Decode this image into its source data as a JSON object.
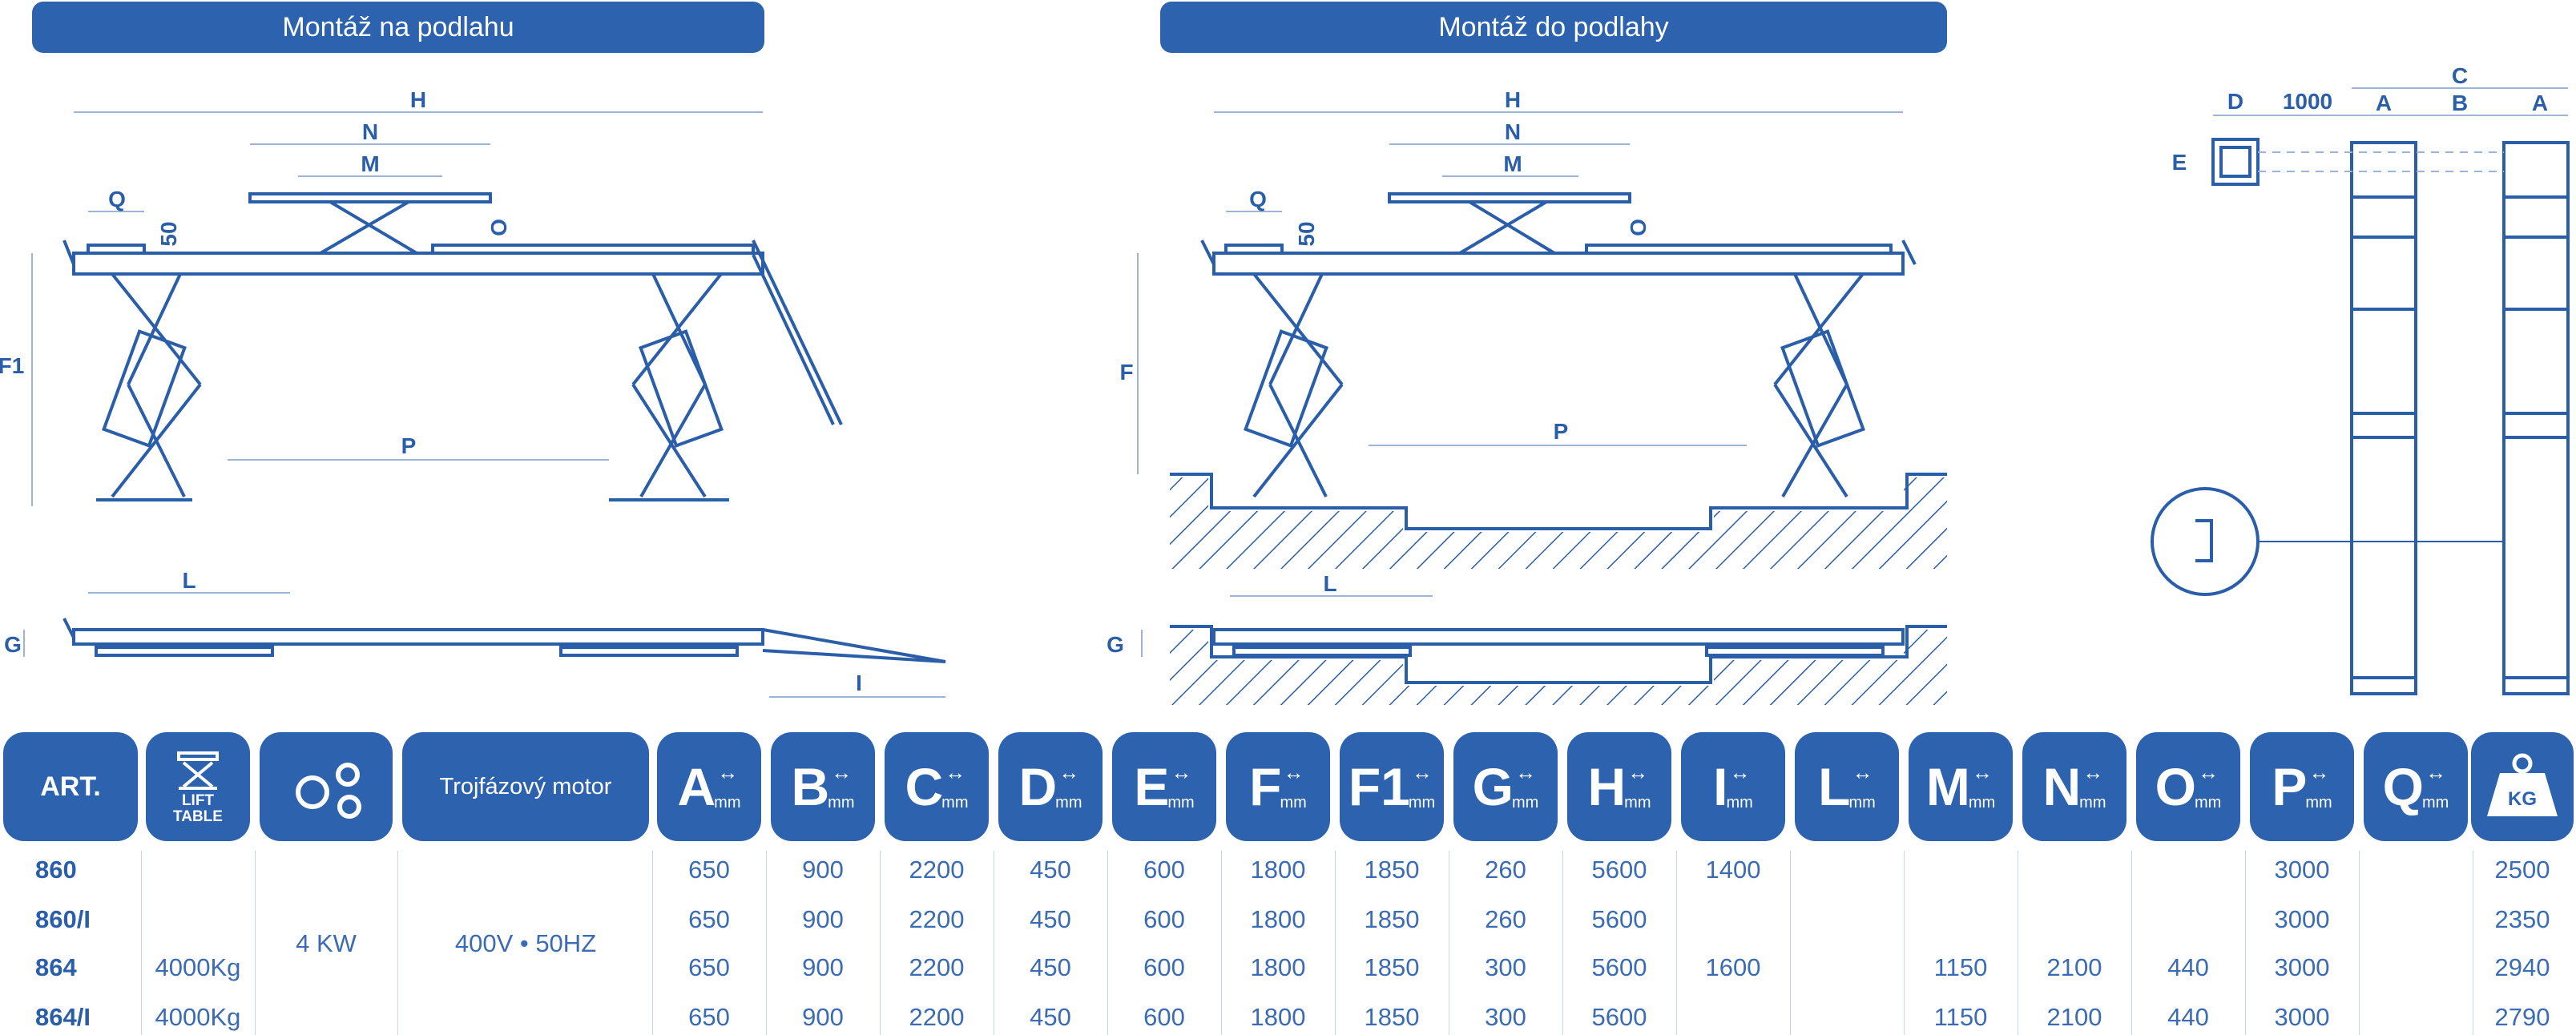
{
  "titles": {
    "left": "Montáž na podlahu",
    "center": "Montáž do podlahy"
  },
  "dimension_labels": {
    "H": "H",
    "N": "N",
    "M": "M",
    "Q": "Q",
    "fifty": "50",
    "O": "O",
    "F1": "F1",
    "F": "F",
    "P": "P",
    "L": "L",
    "G": "G",
    "I": "I",
    "C": "C",
    "D": "D",
    "thousand": "1000",
    "A": "A",
    "B": "B",
    "E": "E"
  },
  "table": {
    "art_header": "ART.",
    "lift_header": "LIFT TABLE",
    "lift_line1": "LIFT",
    "lift_line2": "TABLE",
    "motor_header": "Trojfázový motor",
    "columns": [
      "A",
      "B",
      "C",
      "D",
      "E",
      "F",
      "F1",
      "G",
      "H",
      "I",
      "L",
      "M",
      "N",
      "O",
      "P",
      "Q"
    ],
    "unit": "mm",
    "weight_header": "KG",
    "rows": [
      {
        "art": "860",
        "values": [
          "650",
          "900",
          "2200",
          "450",
          "600",
          "1800",
          "1850",
          "260",
          "5600",
          "1400",
          "",
          "",
          "",
          "",
          "3000",
          "",
          "2500"
        ]
      },
      {
        "art": "860/I",
        "values": [
          "650",
          "900",
          "2200",
          "450",
          "600",
          "1800",
          "1850",
          "260",
          "5600",
          "",
          "",
          "",
          "",
          "",
          "3000",
          "",
          "2350"
        ]
      },
      {
        "art": "864",
        "values": [
          "650",
          "900",
          "2200",
          "450",
          "600",
          "1800",
          "1850",
          "300",
          "5600",
          "1600",
          "",
          "1150",
          "2100",
          "440",
          "3000",
          "",
          "2940"
        ]
      },
      {
        "art": "864/I",
        "values": [
          "650",
          "900",
          "2200",
          "450",
          "600",
          "1800",
          "1850",
          "300",
          "5600",
          "",
          "",
          "1150",
          "2100",
          "440",
          "3000",
          "",
          "2790"
        ]
      }
    ],
    "capacity": [
      "4000Kg",
      "4000Kg"
    ],
    "power": "4 KW",
    "voltage": "400V • 50HZ"
  },
  "colors": {
    "primary": "#2d63ae",
    "line": "#2a5ea8",
    "dim": "#9db4d8"
  }
}
